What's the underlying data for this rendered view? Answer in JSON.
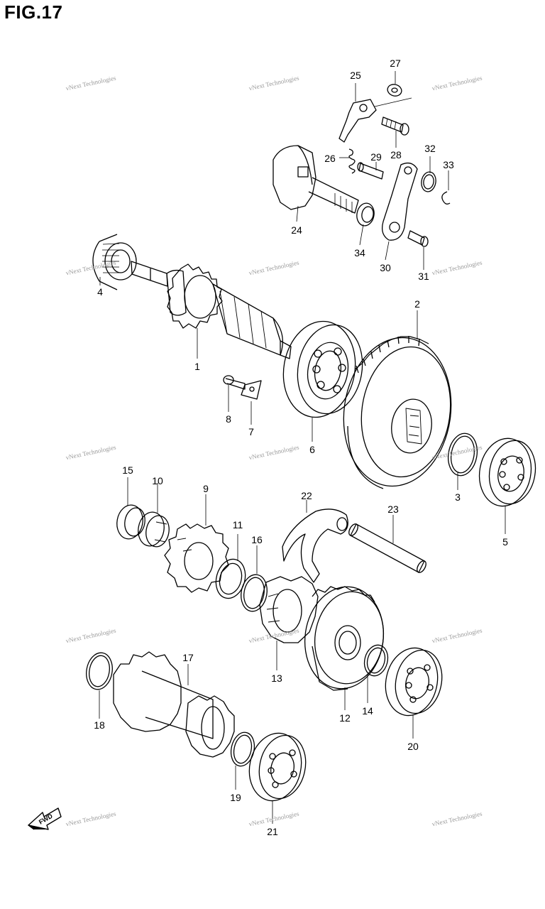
{
  "figure": {
    "title": "FIG.17"
  },
  "watermark": {
    "text": "vNext Technologies"
  },
  "fwd_label": "FWD",
  "callouts": [
    {
      "id": "1",
      "label": "1"
    },
    {
      "id": "2",
      "label": "2"
    },
    {
      "id": "3",
      "label": "3"
    },
    {
      "id": "4",
      "label": "4"
    },
    {
      "id": "5",
      "label": "5"
    },
    {
      "id": "6",
      "label": "6"
    },
    {
      "id": "7",
      "label": "7"
    },
    {
      "id": "8",
      "label": "8"
    },
    {
      "id": "9",
      "label": "9"
    },
    {
      "id": "10",
      "label": "10"
    },
    {
      "id": "11",
      "label": "11"
    },
    {
      "id": "12",
      "label": "12"
    },
    {
      "id": "13",
      "label": "13"
    },
    {
      "id": "14",
      "label": "14"
    },
    {
      "id": "15",
      "label": "15"
    },
    {
      "id": "16",
      "label": "16"
    },
    {
      "id": "17",
      "label": "17"
    },
    {
      "id": "18",
      "label": "18"
    },
    {
      "id": "19",
      "label": "19"
    },
    {
      "id": "20",
      "label": "20"
    },
    {
      "id": "21",
      "label": "21"
    },
    {
      "id": "22",
      "label": "22"
    },
    {
      "id": "23",
      "label": "23"
    },
    {
      "id": "24",
      "label": "24"
    },
    {
      "id": "25",
      "label": "25"
    },
    {
      "id": "26",
      "label": "26"
    },
    {
      "id": "27",
      "label": "27"
    },
    {
      "id": "28",
      "label": "28"
    },
    {
      "id": "29",
      "label": "29"
    },
    {
      "id": "30",
      "label": "30"
    },
    {
      "id": "31",
      "label": "31"
    },
    {
      "id": "32",
      "label": "32"
    },
    {
      "id": "33",
      "label": "33"
    },
    {
      "id": "34",
      "label": "34"
    }
  ]
}
